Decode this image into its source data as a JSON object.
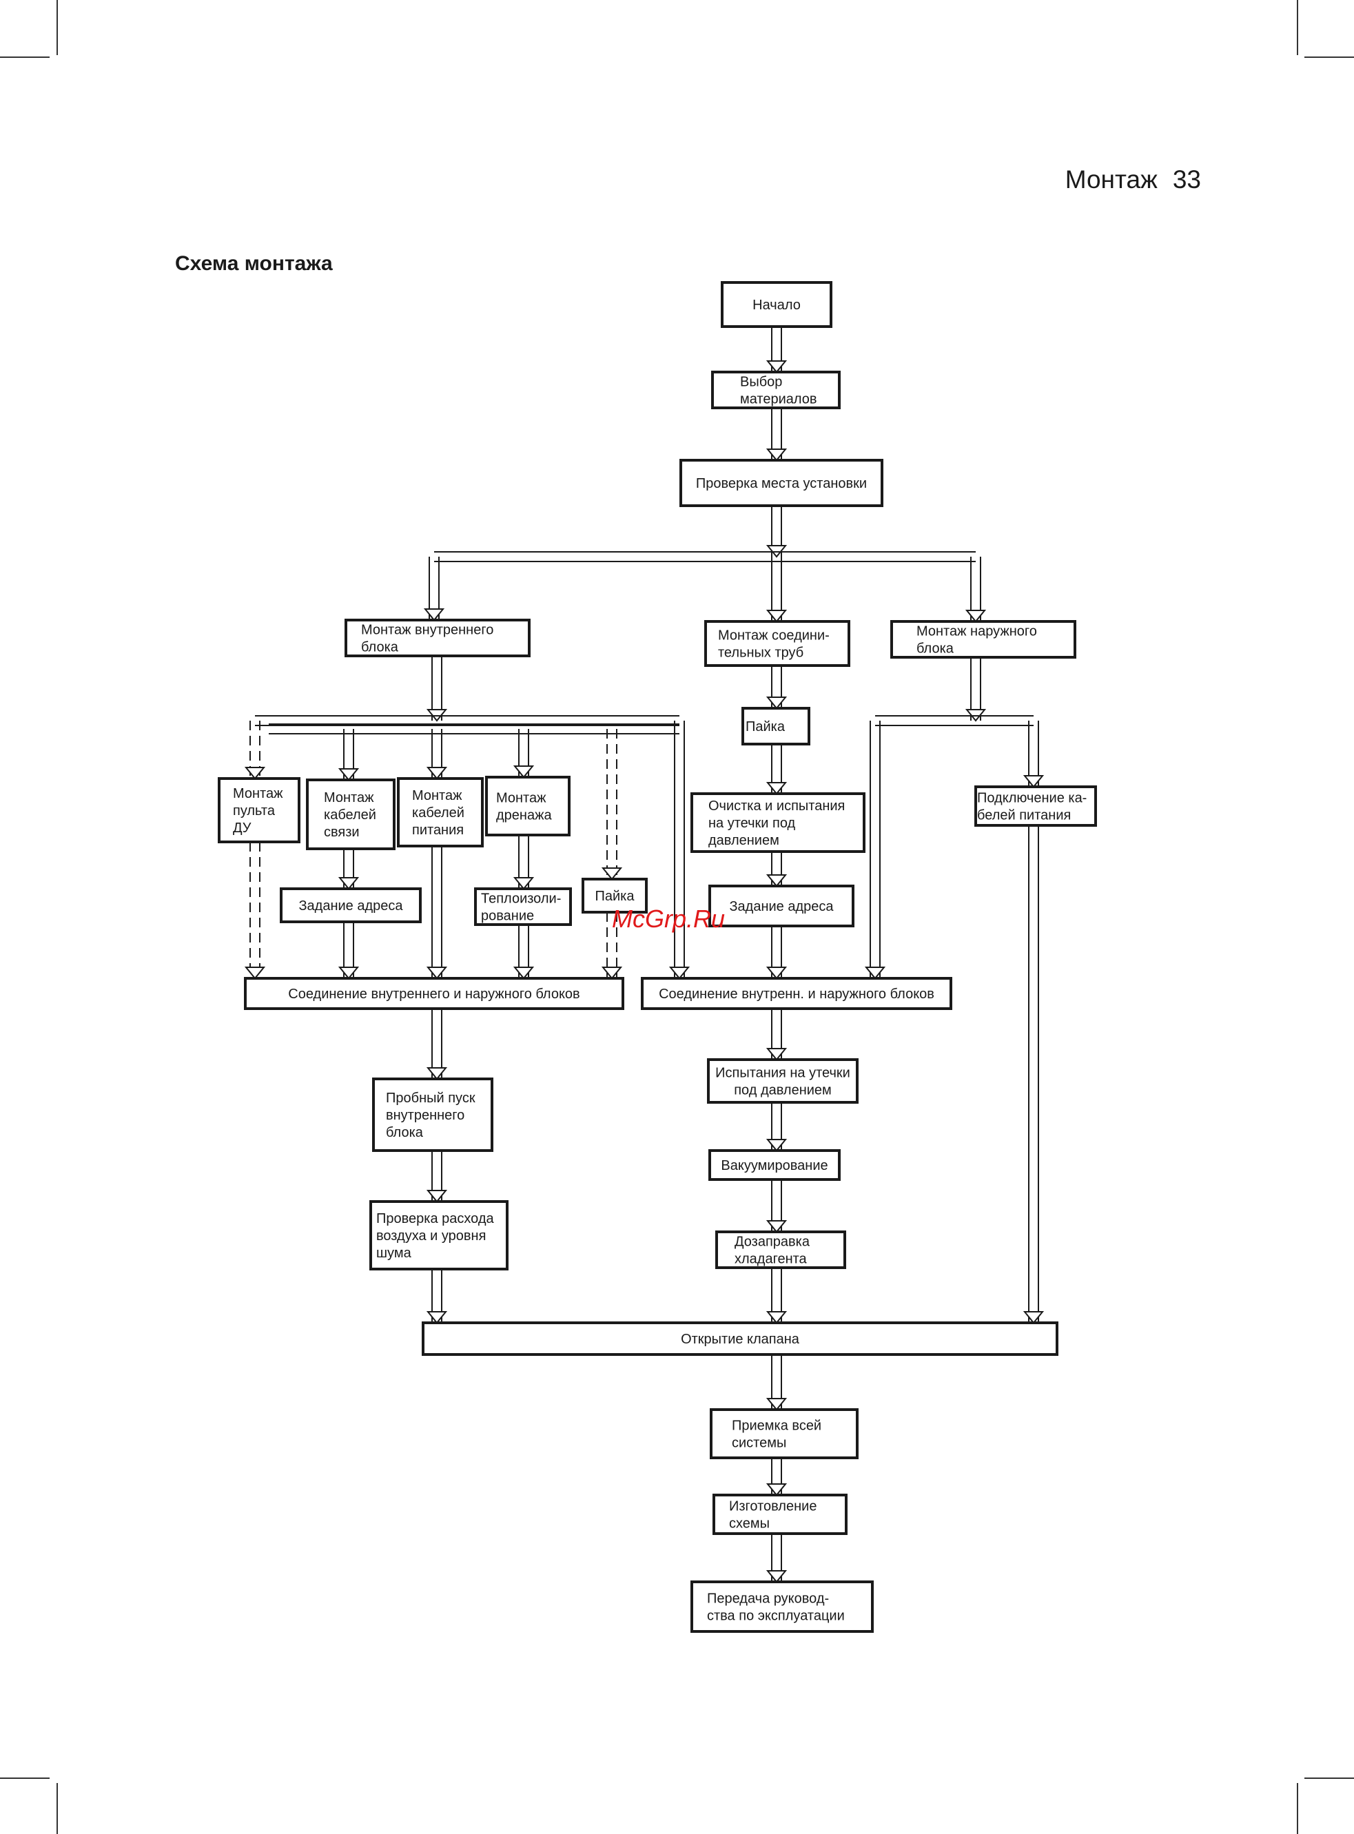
{
  "header": {
    "section": "Монтаж",
    "page_number": "33"
  },
  "title": "Схема монтажа",
  "watermark": "McGrp.Ru",
  "nodes": {
    "start": [
      "Начало"
    ],
    "materials": [
      "Выбор",
      "материалов"
    ],
    "site_check": [
      "Проверка места установки"
    ],
    "indoor_install": [
      "Монтаж внутреннего",
      "блока"
    ],
    "pipes_install": [
      "Монтаж соедини-",
      "тельных труб"
    ],
    "outdoor_install": [
      "Монтаж наружного",
      "блока"
    ],
    "remote_install": [
      "Монтаж",
      "пульта",
      "ДУ"
    ],
    "comm_cables": [
      "Монтаж",
      "кабелей",
      "связи"
    ],
    "power_cables": [
      "Монтаж",
      "кабелей",
      "питания"
    ],
    "drain_install": [
      "Монтаж",
      "дренажа"
    ],
    "address_left": [
      "Задание адреса"
    ],
    "insulation": [
      "Теплоизоли-",
      "рование"
    ],
    "solder_left": [
      "Пайка"
    ],
    "solder_mid": [
      "Пайка"
    ],
    "cleaning_test": [
      "Очистка и испытания",
      "на утечки под",
      "давлением"
    ],
    "address_mid": [
      "Задание адреса"
    ],
    "power_connect": [
      "Подключение ка-",
      "белей питания"
    ],
    "connect_left": [
      "Соединение  внутреннего и наружного блоков"
    ],
    "connect_mid": [
      "Соединение  внутренн. и наружного блоков"
    ],
    "indoor_trial": [
      "Пробный пуск",
      "внутреннего",
      "блока"
    ],
    "airflow_check": [
      "Проверка расхода",
      "воздуха и уровня",
      "шума"
    ],
    "leak_test": [
      "Испытания на утечки",
      "под давлением"
    ],
    "vacuum": [
      "Вакуумирование"
    ],
    "refrigerant": [
      "Дозаправка",
      "хладагента"
    ],
    "valve_open": [
      "Открытие клапана"
    ],
    "acceptance": [
      "Приемка всей",
      "системы"
    ],
    "scheme": [
      "Изготовление",
      "схемы"
    ],
    "handover": [
      "Передача  руковод-",
      "ства по эксплуатации"
    ]
  }
}
